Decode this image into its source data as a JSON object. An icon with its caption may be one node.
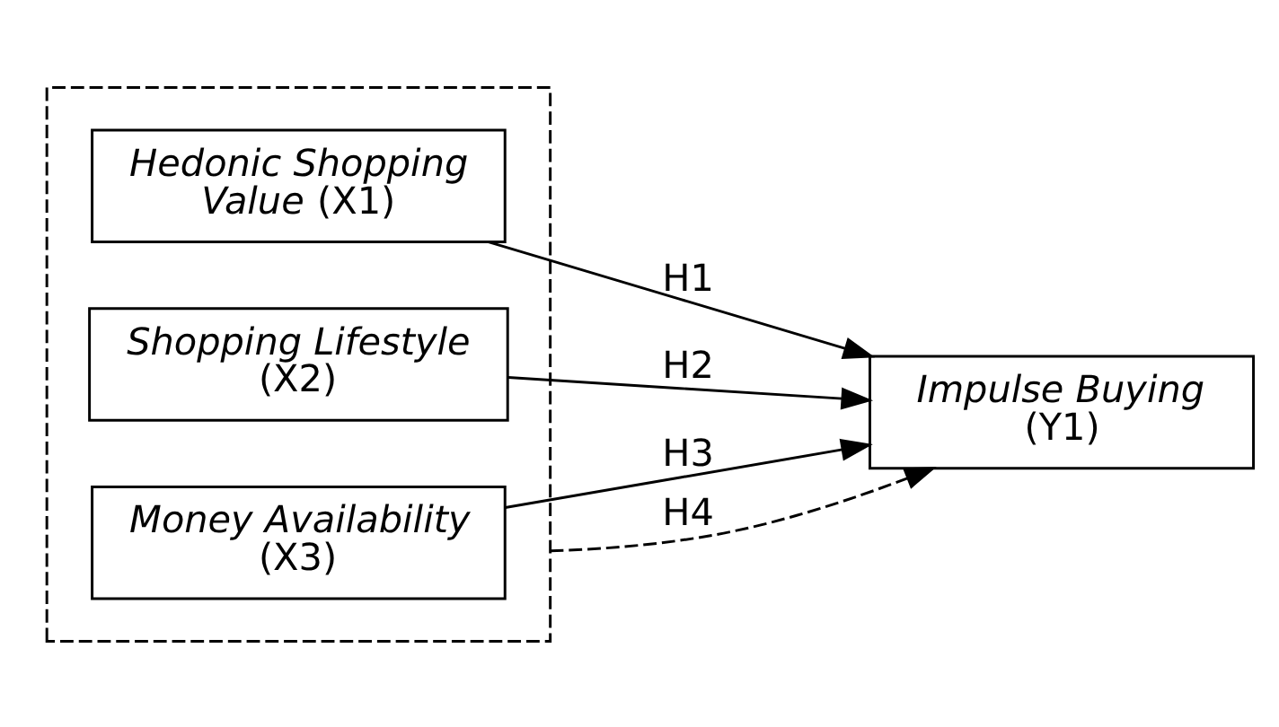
{
  "diagram": {
    "nodes": [
      {
        "text": [],
        "shape": "box"
      },
      {
        "text": [
          "*Hedonic Shopping Value* (X1)"
        ],
        "in": 0
      },
      {
        "text": [
          "*Shopping Lifestyle* (X2)"
        ],
        "in": 0
      },
      {
        "text": [
          "*Money Availability* (X3)"
        ],
        "in": 0
      },
      {
        "text": [
          "*Impulse Buying* (Y1)"
        ]
      }
    ],
    "edges": [
      {
        "from": 1,
        "to": 4,
        "arrow": "to",
        "label": "H1"
      },
      {
        "from": 2,
        "to": 4,
        "arrow": "to",
        "label": "H2"
      },
      {
        "from": 3,
        "to": 4,
        "arrow": "to",
        "label": "H3"
      },
      {
        "from": 0,
        "to": 4,
        "arrow": "to",
        "label": "H4",
        "style": "dashed"
      }
    ]
  }
}
